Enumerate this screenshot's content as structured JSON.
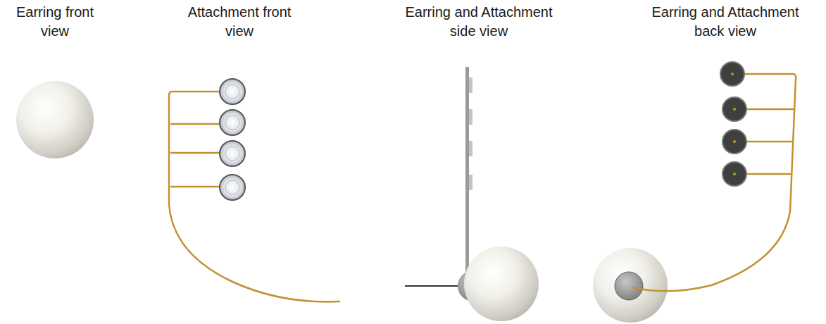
{
  "diagram": {
    "labels": [
      "Earring front view",
      "Attachment front view",
      "Earring and Attachment side view",
      "Earring and Attachment back view"
    ]
  }
}
